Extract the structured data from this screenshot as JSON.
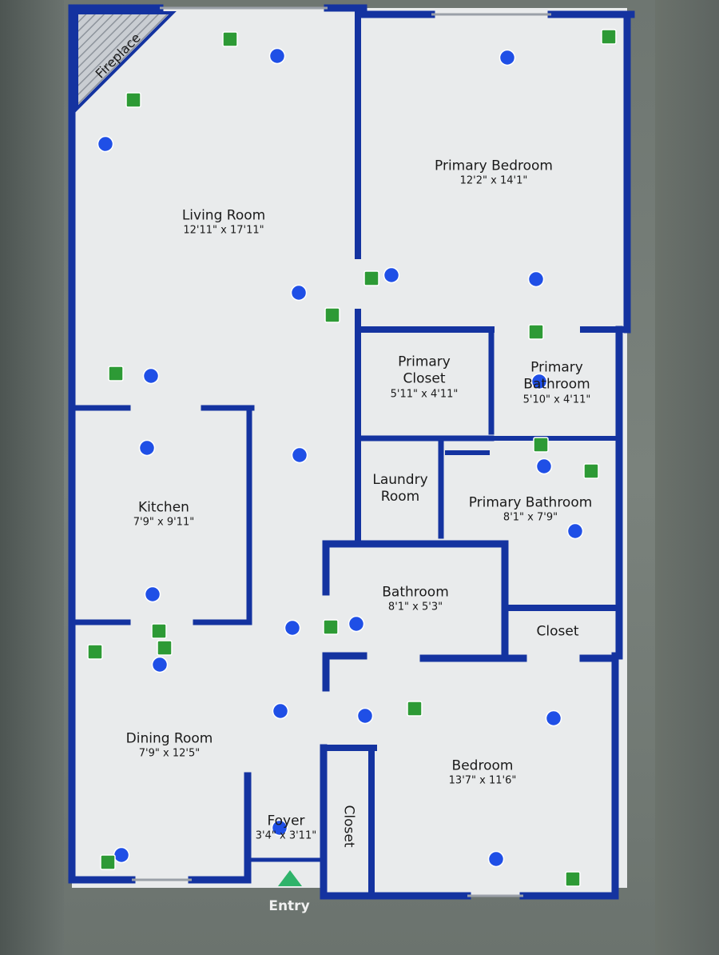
{
  "rooms": [
    {
      "name": "Living Room",
      "dim": "12'11\" x 17'11\""
    },
    {
      "name": "Primary Bedroom",
      "dim": "12'2\" x 14'1\""
    },
    {
      "name": "Primary Closet",
      "dim": "5'11\" x 4'11\""
    },
    {
      "name": "Primary Bathroom",
      "dim": "5'10\" x 4'11\""
    },
    {
      "name": "Laundry Room",
      "dim": ""
    },
    {
      "name": "Primary Bathroom",
      "dim": "8'1\" x 7'9\""
    },
    {
      "name": "Kitchen",
      "dim": "7'9\" x 9'11\""
    },
    {
      "name": "Bathroom",
      "dim": "8'1\" x 5'3\""
    },
    {
      "name": "Closet",
      "dim": ""
    },
    {
      "name": "Dining Room",
      "dim": "7'9\" x 12'5\""
    },
    {
      "name": "Bedroom",
      "dim": "13'7\" x 11'6\""
    },
    {
      "name": "Foyer",
      "dim": "3'4\" x 3'11\""
    },
    {
      "name": "Closet",
      "dim": ""
    }
  ],
  "labels": {
    "fireplace": "Fireplace",
    "entry": "Entry",
    "primary_closet_l1": "Primary",
    "primary_closet_l2": "Closet",
    "primary_bath_l1": "Primary",
    "primary_bath_l2": "Bathroom",
    "laundry_l1": "Laundry",
    "laundry_l2": "Room"
  },
  "colors": {
    "wall": "#1433a0",
    "floor": "#e9ebec",
    "blue_marker": "#1f4fe6",
    "green_marker": "#2d9a35",
    "entry_arrow": "#2fb36a"
  }
}
